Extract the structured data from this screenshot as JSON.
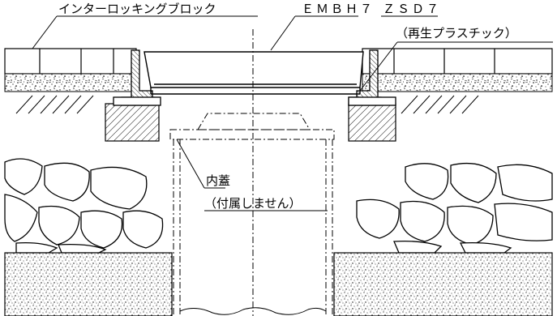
{
  "labels": {
    "interlocking": "インターロッキングブロック",
    "embh7": "ＥＭＢＨ７",
    "zsd7": "ＺＳＤ７",
    "recycled": "（再生プラスチック）",
    "inner_lid": "内蓋",
    "not_included": "（付属しません）"
  },
  "colors": {
    "line": "#000000",
    "background": "#ffffff"
  }
}
